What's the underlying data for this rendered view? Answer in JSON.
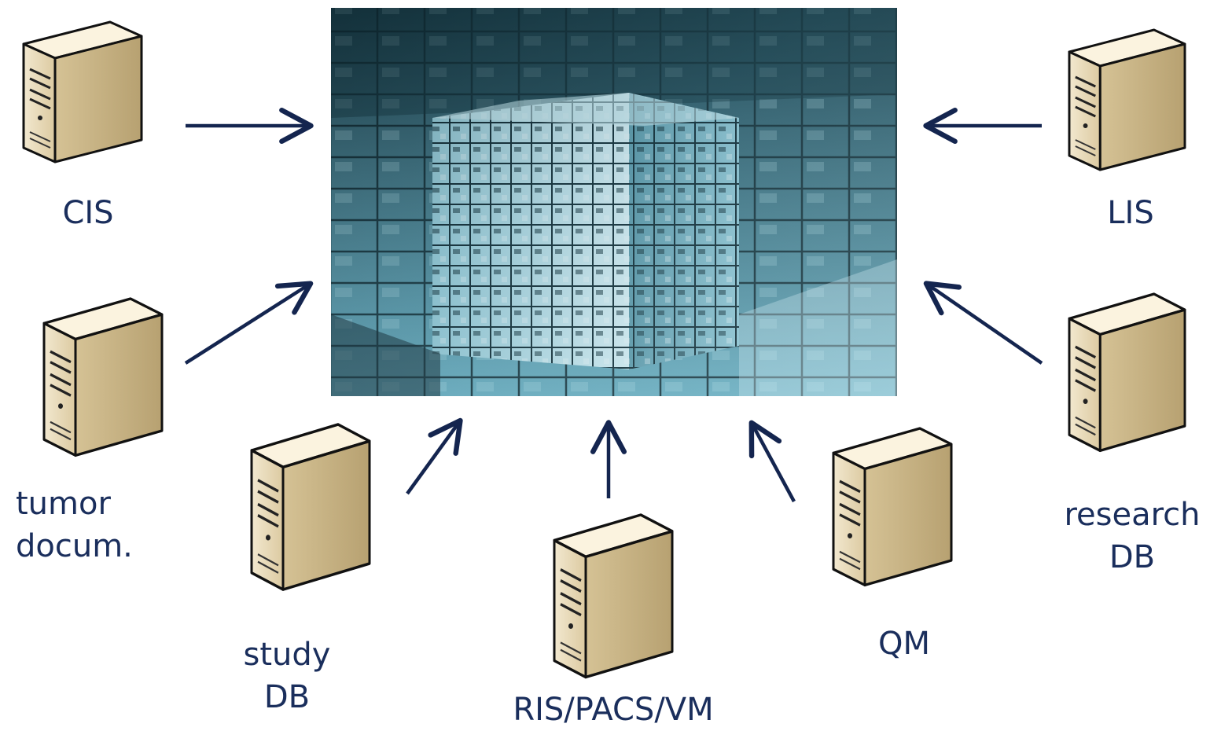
{
  "hub": {
    "icon": "data-cube-image"
  },
  "colors": {
    "text": "#1a2e5c",
    "arrow": "#14254f",
    "server_body": "#d9c8a0"
  },
  "servers": [
    {
      "id": "cis",
      "lines": [
        "CIS"
      ]
    },
    {
      "id": "lis",
      "lines": [
        "LIS"
      ]
    },
    {
      "id": "tumor-docum",
      "lines": [
        "tumor",
        "docum."
      ]
    },
    {
      "id": "research-db",
      "lines": [
        "research",
        "DB"
      ]
    },
    {
      "id": "study-db",
      "lines": [
        "study",
        "DB"
      ]
    },
    {
      "id": "ris-pacs-vm",
      "lines": [
        "RIS/PACS/VM"
      ]
    },
    {
      "id": "qm",
      "lines": [
        "QM"
      ]
    }
  ]
}
